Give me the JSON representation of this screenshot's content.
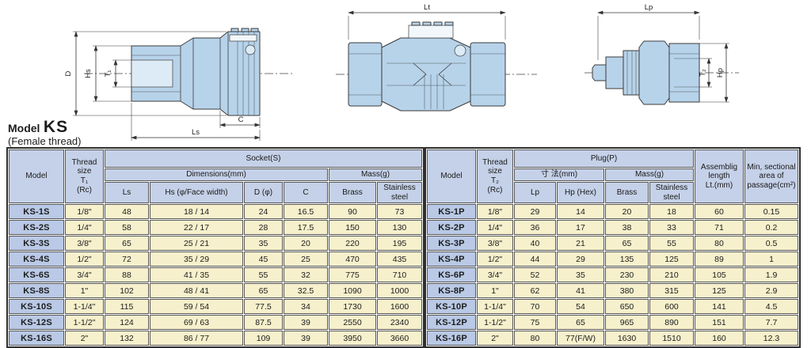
{
  "page": {
    "title_prefix": "Model",
    "title_code": "KS",
    "subtitle": "(Female thread)"
  },
  "colors": {
    "drawing_fill": "#b7d3ea",
    "header_blue": "#c5d1e8",
    "model_blue": "#b9c9e6",
    "cell_cream": "#f6f0cc",
    "border_dark": "#2e2e2e"
  },
  "drawings": {
    "socket_view": {
      "d": "D",
      "hs": "Hs",
      "t1": "T₁",
      "ls": "Ls",
      "c": "C"
    },
    "coupled_view": {
      "lt": "Lt"
    },
    "plug_view": {
      "lp": "Lp",
      "t2": "T₂",
      "hp": "Hp"
    }
  },
  "socket_table": {
    "headers": {
      "model": "Model",
      "thread": "Thread\nsize\nT₁\n(Rc)",
      "group": "Socket(S)",
      "dims": "Dimensions(mm)",
      "mass": "Mass(g)",
      "cols": [
        "Ls",
        "Hs (φ/Face width)",
        "D (φ)",
        "C",
        "Brass",
        "Stainless steel"
      ]
    },
    "rows": [
      [
        "KS-1S",
        "1/8\"",
        "48",
        "18 / 14",
        "24",
        "16.5",
        "90",
        "73"
      ],
      [
        "KS-2S",
        "1/4\"",
        "58",
        "22 / 17",
        "28",
        "17.5",
        "150",
        "130"
      ],
      [
        "KS-3S",
        "3/8\"",
        "65",
        "25 / 21",
        "35",
        "20",
        "220",
        "195"
      ],
      [
        "KS-4S",
        "1/2\"",
        "72",
        "35 / 29",
        "45",
        "25",
        "470",
        "435"
      ],
      [
        "KS-6S",
        "3/4\"",
        "88",
        "41 / 35",
        "55",
        "32",
        "775",
        "710"
      ],
      [
        "KS-8S",
        "1\"",
        "102",
        "48 / 41",
        "65",
        "32.5",
        "1090",
        "1000"
      ],
      [
        "KS-10S",
        "1-1/4\"",
        "115",
        "59 / 54",
        "77.5",
        "34",
        "1730",
        "1600"
      ],
      [
        "KS-12S",
        "1-1/2\"",
        "124",
        "69 / 63",
        "87.5",
        "39",
        "2550",
        "2340"
      ],
      [
        "KS-16S",
        "2\"",
        "132",
        "86 / 77",
        "109",
        "39",
        "3950",
        "3660"
      ]
    ]
  },
  "plug_table": {
    "headers": {
      "model": "Model",
      "thread": "Thread\nsize\nT₂\n(Rc)",
      "group": "Plug(P)",
      "dims": "寸 法(mm)",
      "mass": "Mass(g)",
      "assembly": "Assemblig\nlength\nLt.(mm)",
      "min_area": "Min, sectional\narea of\npassage(cm²)",
      "cols": [
        "Lp",
        "Hp (Hex)",
        "Brass",
        "Stainless steel"
      ]
    },
    "rows": [
      [
        "KS-1P",
        "1/8\"",
        "29",
        "14",
        "20",
        "18",
        "60",
        "0.15"
      ],
      [
        "KS-2P",
        "1/4\"",
        "36",
        "17",
        "38",
        "33",
        "71",
        "0.2"
      ],
      [
        "KS-3P",
        "3/8\"",
        "40",
        "21",
        "65",
        "55",
        "80",
        "0.5"
      ],
      [
        "KS-4P",
        "1/2\"",
        "44",
        "29",
        "135",
        "125",
        "89",
        "1"
      ],
      [
        "KS-6P",
        "3/4\"",
        "52",
        "35",
        "230",
        "210",
        "105",
        "1.9"
      ],
      [
        "KS-8P",
        "1\"",
        "62",
        "41",
        "380",
        "315",
        "125",
        "2.9"
      ],
      [
        "KS-10P",
        "1-1/4\"",
        "70",
        "54",
        "650",
        "600",
        "141",
        "4.5"
      ],
      [
        "KS-12P",
        "1-1/2\"",
        "75",
        "65",
        "965",
        "890",
        "151",
        "7.7"
      ],
      [
        "KS-16P",
        "2\"",
        "80",
        "77(F/W)",
        "1630",
        "1510",
        "160",
        "12.3"
      ]
    ]
  }
}
